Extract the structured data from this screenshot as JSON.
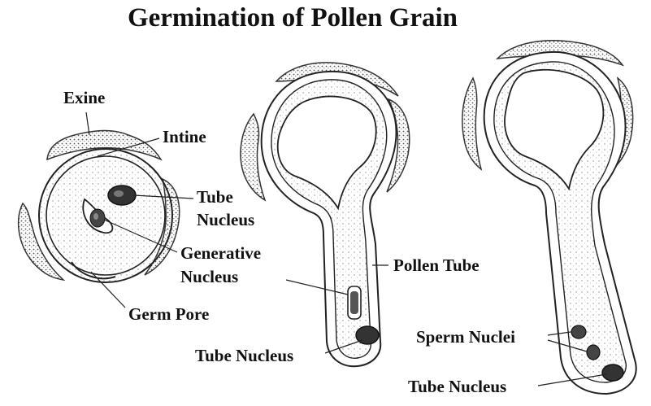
{
  "title": "Germination of Pollen Grain",
  "labels": {
    "exine": "Exine",
    "intine": "Intine",
    "tube_nucleus_1a": "Tube",
    "tube_nucleus_1b": "Nucleus",
    "generative_a": "Generative",
    "generative_b": "Nucleus",
    "germ_pore": "Germ Pore",
    "pollen_tube": "Pollen Tube",
    "tube_nucleus_2": "Tube Nucleus",
    "sperm_nuclei": "Sperm Nuclei",
    "tube_nucleus_3": "Tube Nucleus"
  },
  "colors": {
    "ink": "#111111",
    "stipple": "#9a9a9a"
  }
}
